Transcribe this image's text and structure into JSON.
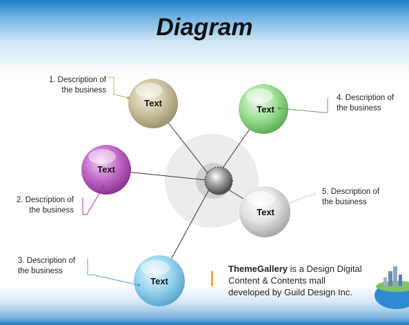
{
  "title": "Diagram",
  "balls": [
    {
      "text": "Text",
      "color": "#c8c19c"
    },
    {
      "text": "Text",
      "color": "#c068c4"
    },
    {
      "text": "Text",
      "color": "#8fd2ec"
    },
    {
      "text": "Text",
      "color": "#93de8a"
    },
    {
      "text": "Text",
      "color": "#d9d9d9"
    }
  ],
  "labels": [
    {
      "line1": "1. Description of",
      "line2": "the business"
    },
    {
      "line1": "2. Description of",
      "line2": "the business"
    },
    {
      "line1": "3. Description of",
      "line2": "the business"
    },
    {
      "line1": "4. Description of",
      "line2": "the business"
    },
    {
      "line1": "5. Description of",
      "line2": "the business"
    }
  ],
  "footer": {
    "brand": "ThemeGallery",
    "text1": " is a Design Digital",
    "text2": "Content & Contents mall",
    "text3": "developed by Guild Design Inc."
  },
  "accent": "#e4a93a"
}
